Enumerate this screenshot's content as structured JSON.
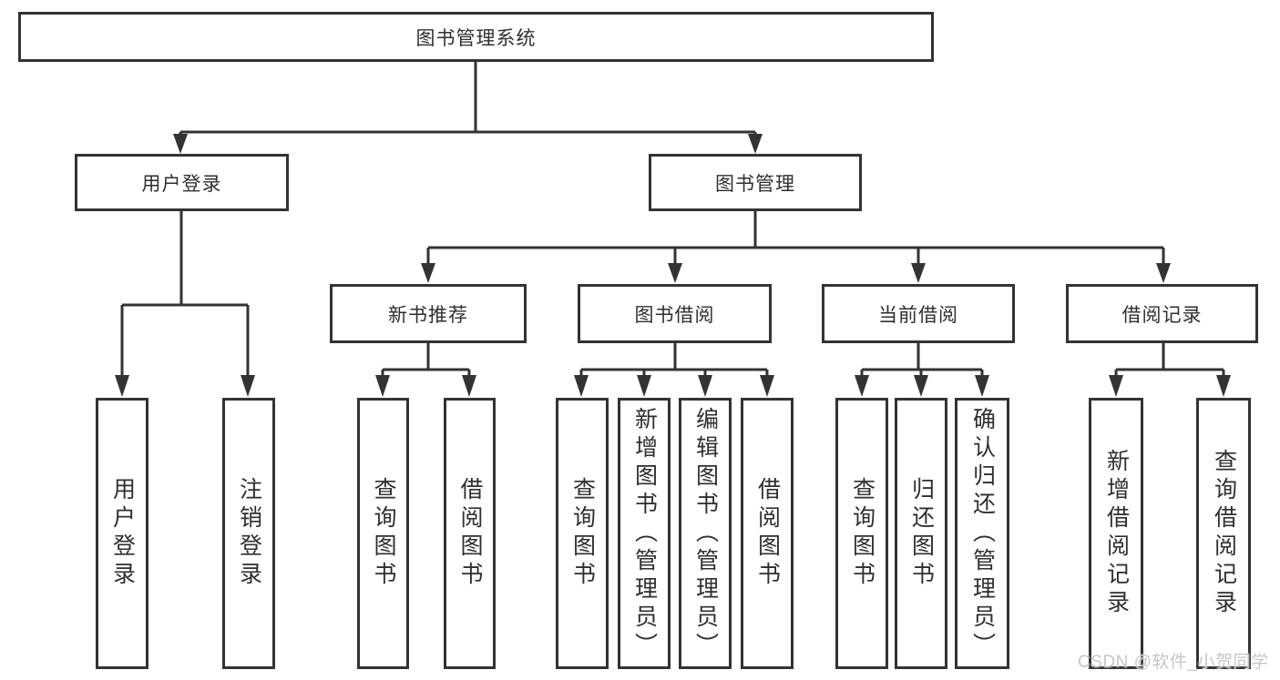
{
  "diagram": {
    "root": {
      "label": "图书管理系统"
    },
    "branches": [
      {
        "label": "用户登录",
        "children": [
          {
            "label": "用户登录"
          },
          {
            "label": "注销登录"
          }
        ]
      },
      {
        "label": "图书管理",
        "children": [
          {
            "label": "新书推荐",
            "children": [
              {
                "label": "查询图书"
              },
              {
                "label": "借阅图书"
              }
            ]
          },
          {
            "label": "图书借阅",
            "children": [
              {
                "label": "查询图书"
              },
              {
                "label": "新增图书（管理员）"
              },
              {
                "label": "编辑图书（管理员）"
              },
              {
                "label": "借阅图书"
              }
            ]
          },
          {
            "label": "当前借阅",
            "children": [
              {
                "label": "查询图书"
              },
              {
                "label": "归还图书"
              },
              {
                "label": "确认归还（管理员）"
              }
            ]
          },
          {
            "label": "借阅记录",
            "children": [
              {
                "label": "新增借阅记录"
              },
              {
                "label": "查询借阅记录"
              }
            ]
          }
        ]
      }
    ]
  },
  "watermark": {
    "text": "CSDN @软件_小贺同学"
  },
  "colors": {
    "line": "#333333",
    "text": "#2f2f2f",
    "background": "#ffffff",
    "watermark": "#c6c6c6"
  }
}
